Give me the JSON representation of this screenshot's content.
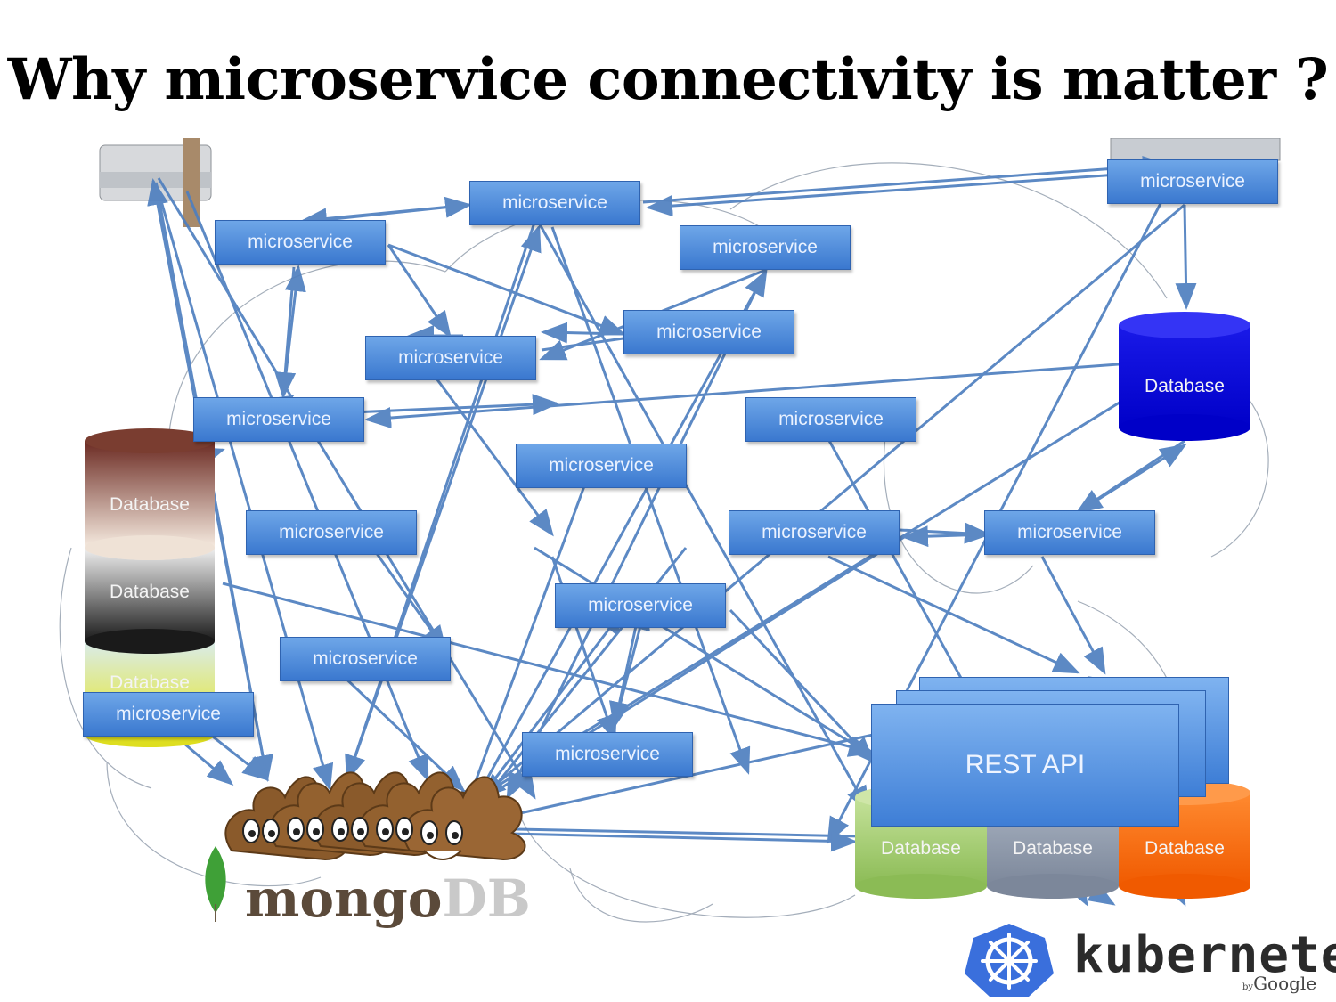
{
  "title": "Why microservice connectivity is matter ?",
  "diagram": {
    "microservice_label": "microservice",
    "database_label": "Database",
    "rest_api_label": "REST API",
    "colors": {
      "service_box": "#4a86d8",
      "arrow": "#4f7fbf",
      "db_blue": "#1010e0",
      "db_green": "#9dc96a",
      "db_gray": "#8a96a8",
      "db_orange": "#ff6a10"
    }
  },
  "mongodb": {
    "part1": "mongo",
    "part2": "DB",
    "icon": "mongodb-leaf-icon"
  },
  "kubernetes": {
    "name": "kubernetes",
    "by": "by",
    "google": "Google",
    "icon": "kubernetes-helm-icon"
  }
}
